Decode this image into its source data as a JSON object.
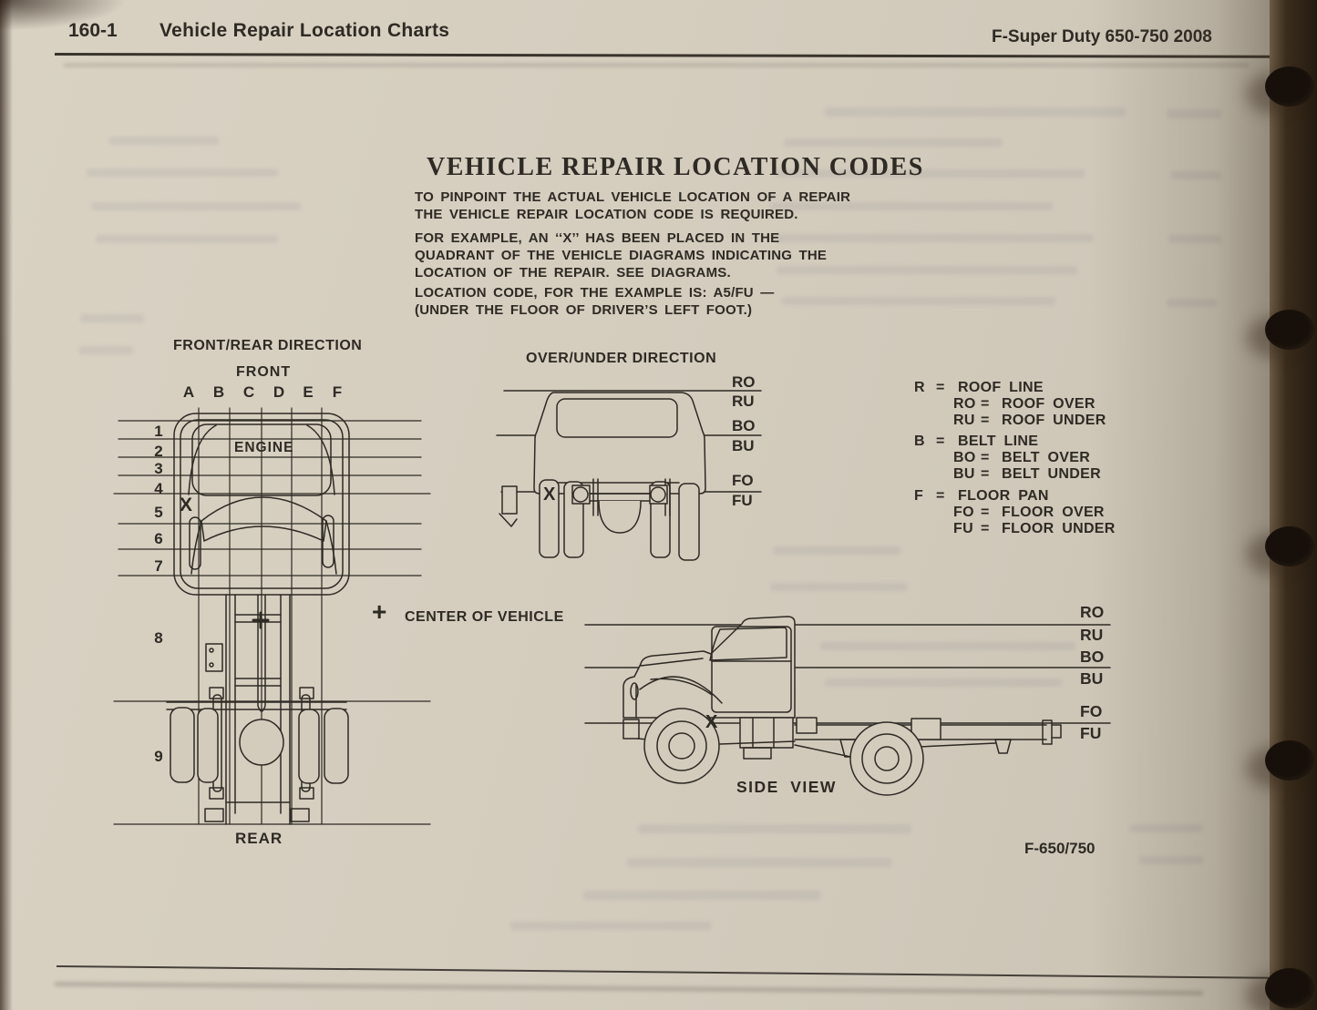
{
  "header": {
    "code": "160-1",
    "title": "Vehicle Repair Location Charts",
    "edition": "F-Super Duty 650-750 2008"
  },
  "intro": {
    "title": "VEHICLE REPAIR LOCATION CODES",
    "para1": "TO PINPOINT THE ACTUAL VEHICLE LOCATION OF A REPAIR\nTHE VEHICLE REPAIR LOCATION CODE IS REQUIRED.",
    "para2": "FOR EXAMPLE, AN ‘‘X’’ HAS BEEN PLACED IN THE\nQUADRANT OF THE VEHICLE DIAGRAMS INDICATING THE\nLOCATION OF THE REPAIR. SEE DIAGRAMS.",
    "para3": "LOCATION CODE, FOR THE EXAMPLE IS: A5/FU —\n(UNDER THE FLOOR OF DRIVER’S LEFT FOOT.)"
  },
  "top_view": {
    "title": "FRONT/REAR DIRECTION",
    "front": "FRONT",
    "rear": "REAR",
    "engine": "ENGINE",
    "x_marker": "X",
    "columns": [
      "A",
      "B",
      "C",
      "D",
      "E",
      "F"
    ],
    "rows": [
      "1",
      "2",
      "3",
      "4",
      "5",
      "6",
      "7",
      "8",
      "9"
    ]
  },
  "rear_view": {
    "title": "OVER/UNDER DIRECTION",
    "x_marker": "X",
    "labels": [
      "RO",
      "RU",
      "BO",
      "BU",
      "FO",
      "FU"
    ]
  },
  "center_marker": {
    "symbol": "+",
    "label": "CENTER OF VEHICLE"
  },
  "legend": {
    "eq": "=",
    "groups": [
      {
        "code": "R",
        "name": "ROOF LINE",
        "subs": [
          {
            "code": "RO",
            "name": "ROOF OVER"
          },
          {
            "code": "RU",
            "name": "ROOF UNDER"
          }
        ]
      },
      {
        "code": "B",
        "name": "BELT LINE",
        "subs": [
          {
            "code": "BO",
            "name": "BELT OVER"
          },
          {
            "code": "BU",
            "name": "BELT UNDER"
          }
        ]
      },
      {
        "code": "F",
        "name": "FLOOR PAN",
        "subs": [
          {
            "code": "FO",
            "name": "FLOOR OVER"
          },
          {
            "code": "FU",
            "name": "FLOOR UNDER"
          }
        ]
      }
    ]
  },
  "side_view": {
    "labels": [
      "RO",
      "RU",
      "BO",
      "BU",
      "FO",
      "FU"
    ],
    "x_marker": "X",
    "caption": "SIDE VIEW",
    "model": "F-650/750"
  },
  "colors": {
    "paper": "#d3ccbd",
    "ink": "#2e2a24",
    "page_edge": "#2a2014"
  }
}
